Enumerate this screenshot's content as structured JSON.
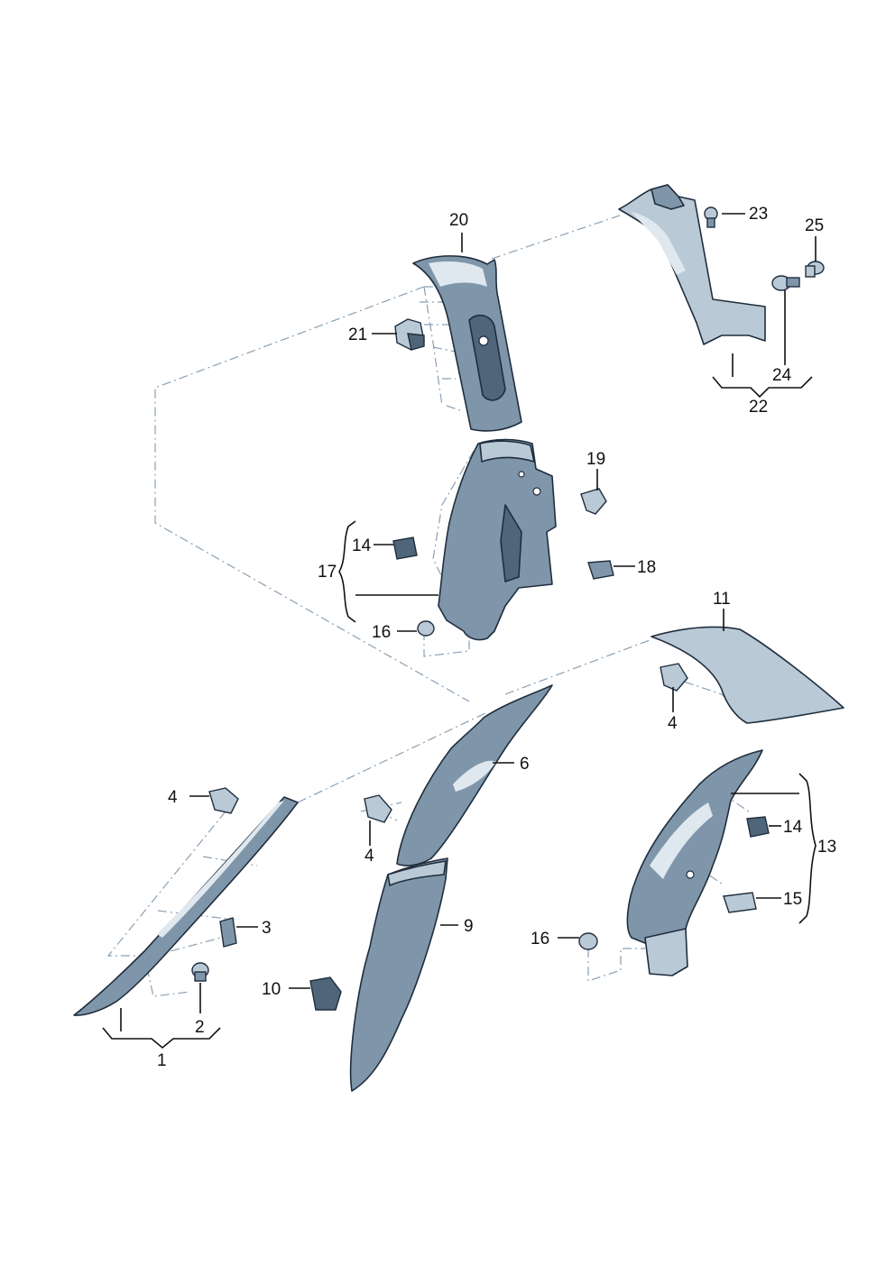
{
  "callouts": {
    "c1": "1",
    "c2": "2",
    "c3": "3",
    "c4a": "4",
    "c4b": "4",
    "c4c": "4",
    "c6": "6",
    "c9": "9",
    "c10": "10",
    "c11": "11",
    "c13": "13",
    "c14a": "14",
    "c14b": "14",
    "c15": "15",
    "c16a": "16",
    "c16b": "16",
    "c17": "17",
    "c18": "18",
    "c19": "19",
    "c20": "20",
    "c21": "21",
    "c22": "22",
    "c23": "23",
    "c24": "24",
    "c25": "25"
  },
  "colors": {
    "part_light": "#b9c9d6",
    "part_mid": "#7f96aa",
    "part_dark": "#4f6579",
    "outline": "#1f2d3d",
    "dash_line": "#8aa0b3"
  }
}
